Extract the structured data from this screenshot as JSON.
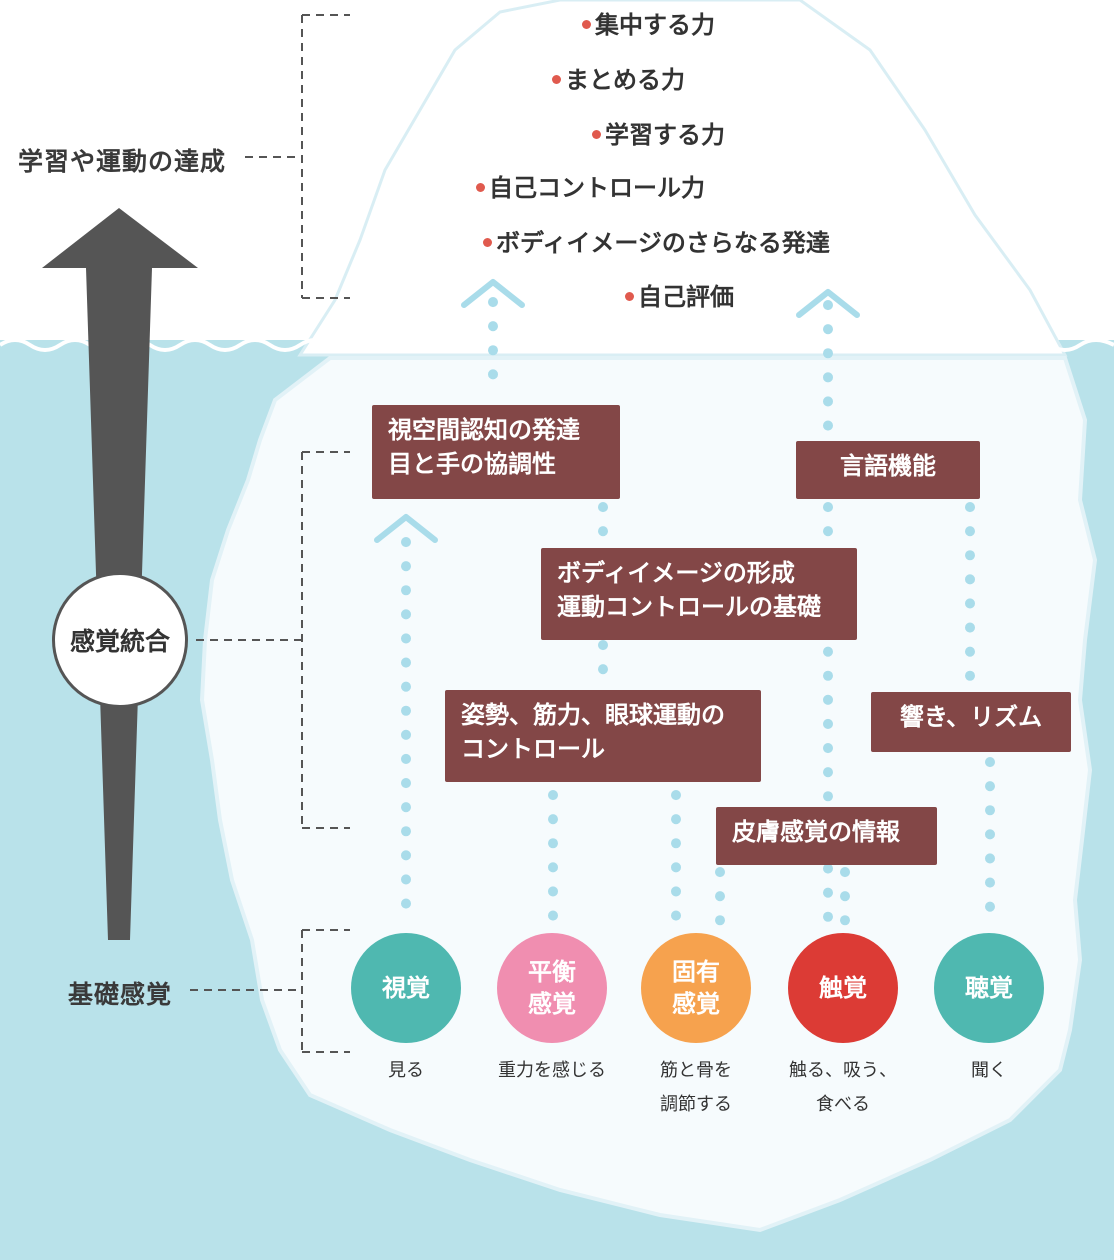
{
  "labels": {
    "achievement": "学習や運動の達成",
    "integration": "感覚統合",
    "basic": "基礎感覚"
  },
  "tip_items": [
    "集中する力",
    "まとめる力",
    "学習する力",
    "自己コントロール力",
    "ボディイメージのさらなる発達",
    "自己評価"
  ],
  "boxes": {
    "visual_space": "視空間認知の発達\n目と手の協調性",
    "language": "言語機能",
    "body_image": "ボディイメージの形成\n運動コントロールの基礎",
    "posture": "姿勢、筋力、眼球運動の\nコントロール",
    "rhythm": "響き、リズム",
    "skin": "皮膚感覚の情報"
  },
  "senses": [
    {
      "name": "視覚",
      "caption": "見る",
      "color": "#4fb8b0"
    },
    {
      "name": "平衡感覚",
      "caption": "重力を感じる",
      "color": "#f08eb0"
    },
    {
      "name": "固有感覚",
      "caption": "筋と骨を\n調節する",
      "color": "#f6a24e"
    },
    {
      "name": "触覚",
      "caption": "触る、吸う、\n食べる",
      "color": "#dc3b35"
    },
    {
      "name": "聴覚",
      "caption": "聞く",
      "color": "#4fb8b0"
    }
  ],
  "colors": {
    "sea": "#b9e2ea",
    "ice": "#f6fbfd",
    "box": "#834747",
    "arrow": "#555555",
    "dots": "#a9dcea",
    "bullet": "#e05a4e"
  }
}
